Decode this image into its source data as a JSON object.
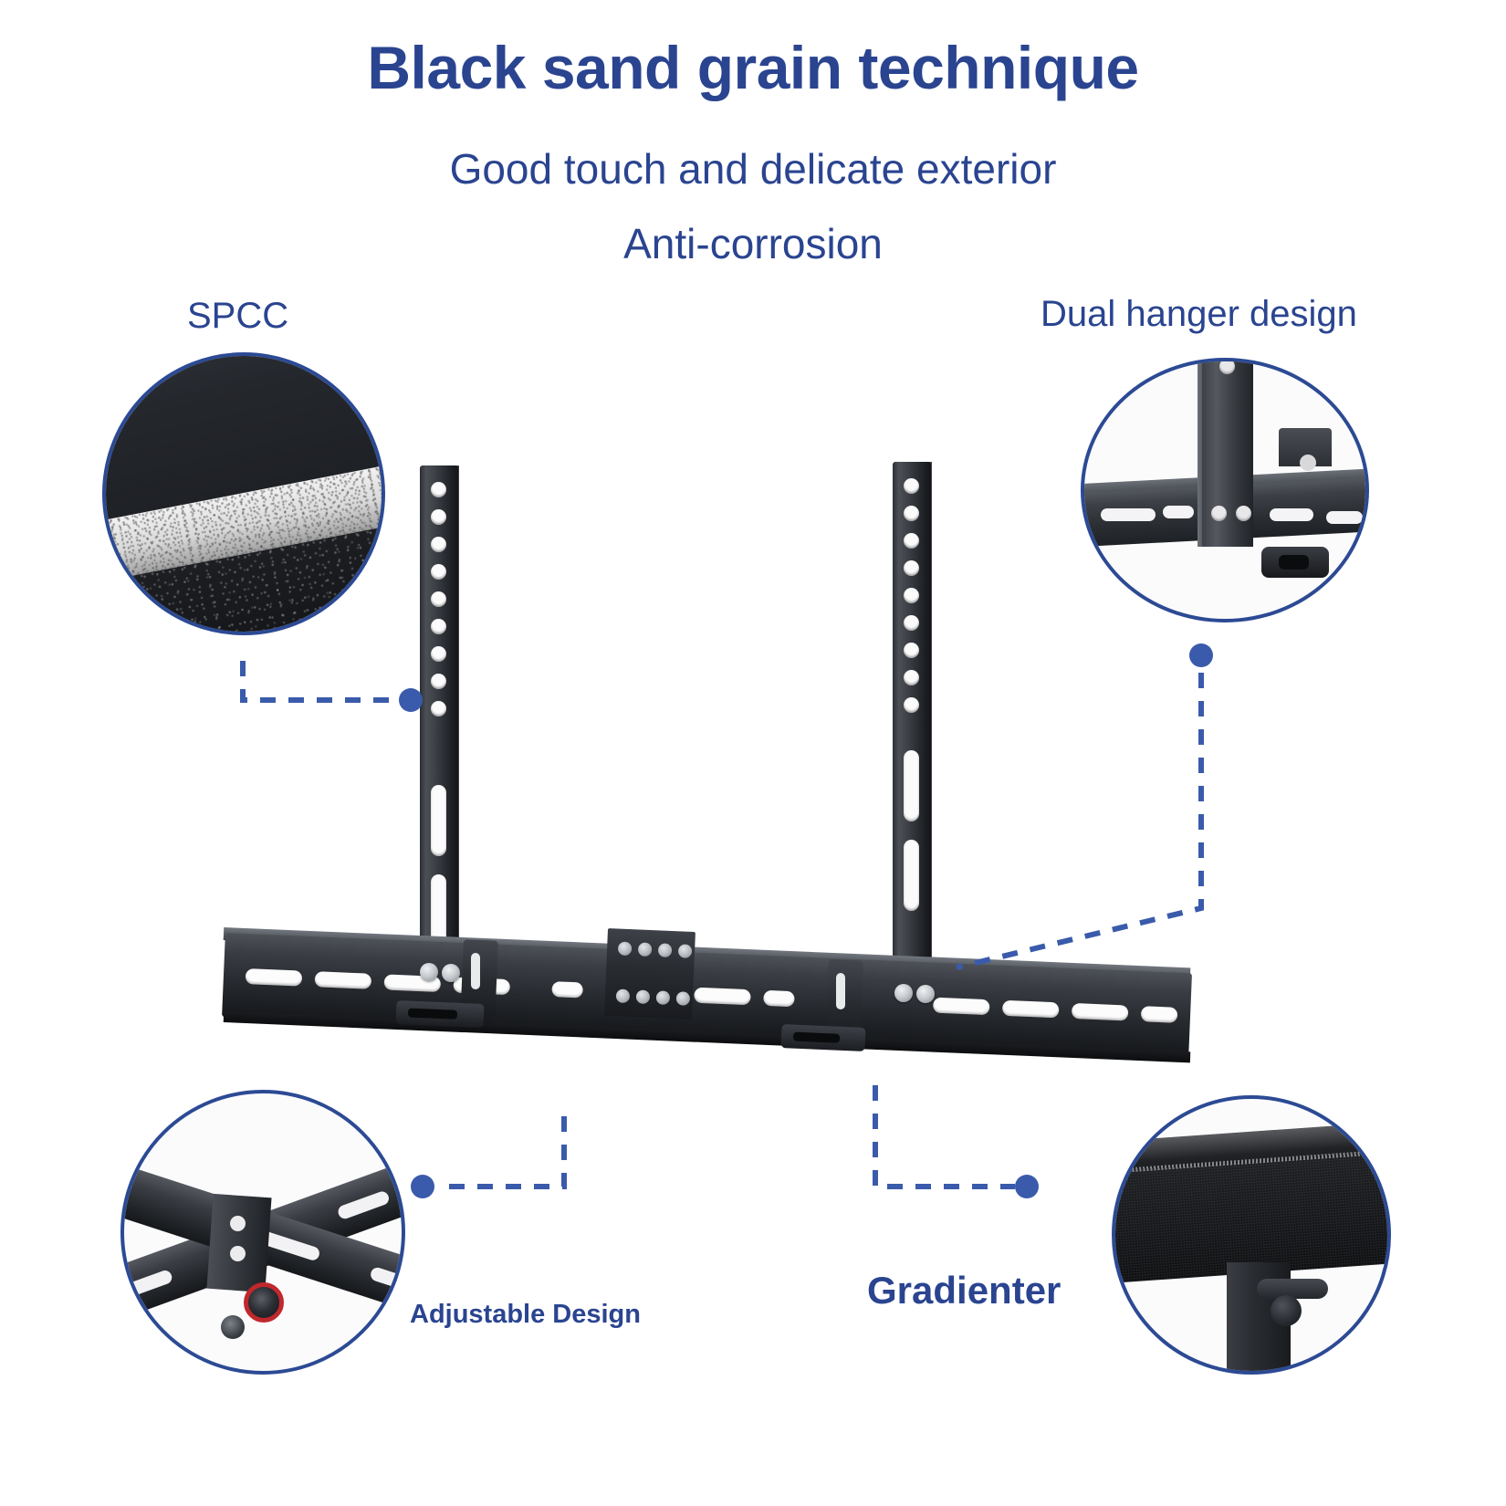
{
  "page": {
    "background_color": "#ffffff",
    "accent_color": "#2a4490",
    "dot_color": "#3a5bab",
    "ring_color": "#2c4a94"
  },
  "header": {
    "title": "Black sand grain technique",
    "subtitle_1": "Good touch and delicate exterior",
    "subtitle_2": "Anti-corrosion"
  },
  "callouts": [
    {
      "id": "spcc",
      "label": "SPCC",
      "position": "top-left",
      "detail": "close-up of black sand-grain coated steel edge"
    },
    {
      "id": "dual-hanger",
      "label": "Dual hanger design",
      "position": "top-right",
      "detail": "vertical hanger arm bolted across slotted rail"
    },
    {
      "id": "adjustable",
      "label": "Adjustable Design",
      "position": "bottom-left",
      "detail": "crossed rails joined by red adjustment bolt"
    },
    {
      "id": "gradienter",
      "label": "Gradienter",
      "position": "bottom-right",
      "detail": "soundbar grille resting on mount post with knob"
    }
  ],
  "product": {
    "name": "soundbar-mount-assembly",
    "parts": [
      "left-hanger-arm",
      "right-hanger-arm",
      "horizontal-slotted-rail",
      "center-mounting-plate",
      "left-support-foot",
      "right-support-foot"
    ]
  }
}
